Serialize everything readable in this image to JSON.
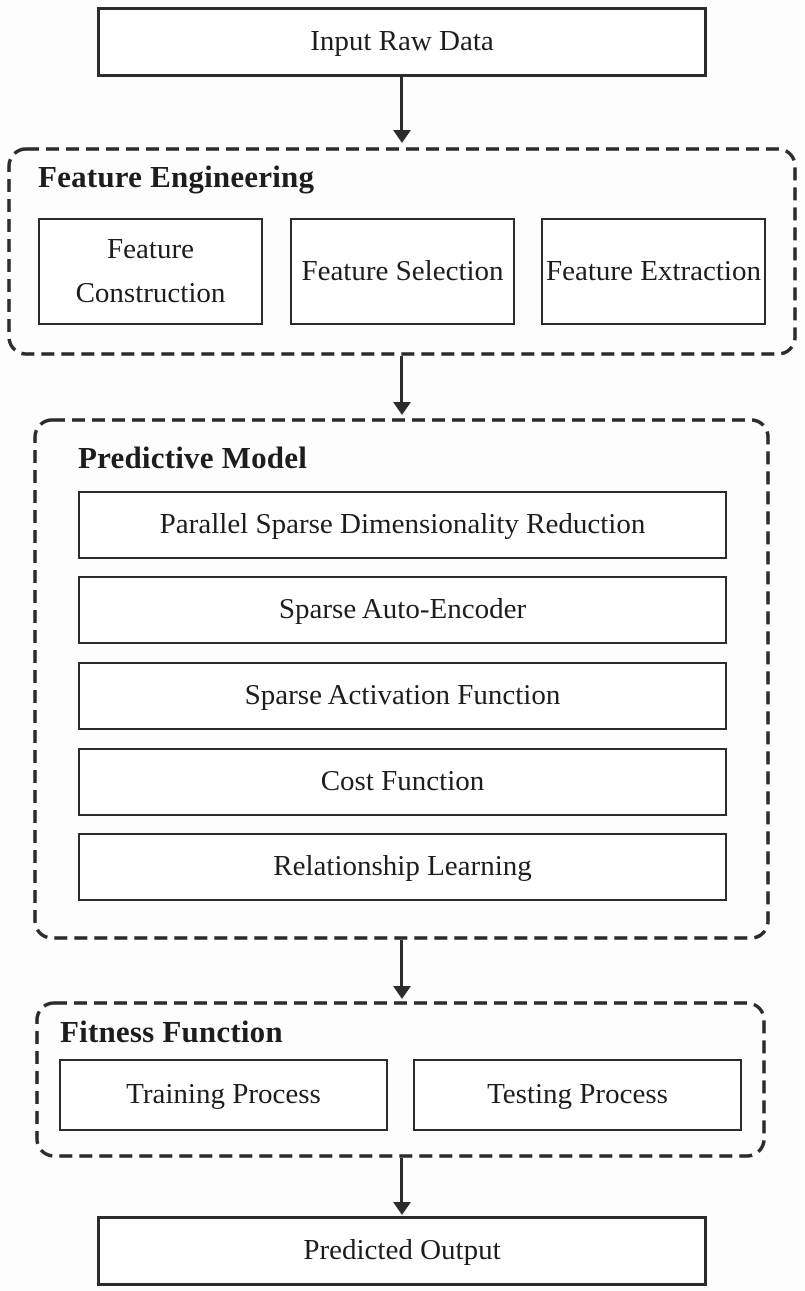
{
  "flow": {
    "input_label": "Input Raw Data",
    "feature_engineering": {
      "title": "Feature Engineering",
      "items": [
        "Feature Construction",
        "Feature Selection",
        "Feature Extraction"
      ]
    },
    "predictive_model": {
      "title": "Predictive Model",
      "items": [
        "Parallel Sparse Dimensionality Reduction",
        "Sparse Auto-Encoder",
        "Sparse Activation Function",
        "Cost Function",
        "Relationship Learning"
      ]
    },
    "fitness_function": {
      "title": "Fitness Function",
      "items": [
        "Training Process",
        "Testing Process"
      ]
    },
    "output_label": "Predicted Output",
    "connections": [
      {
        "from": "input",
        "to": "feature_engineering"
      },
      {
        "from": "feature_engineering",
        "to": "predictive_model"
      },
      {
        "from": "predictive_model",
        "to": "fitness_function"
      },
      {
        "from": "fitness_function",
        "to": "output"
      }
    ]
  },
  "style": {
    "stroke_color": "#2c2c2c",
    "box_background": "#ffffff",
    "page_background": "#fdfdfd",
    "text_color": "#1d1d1d"
  }
}
